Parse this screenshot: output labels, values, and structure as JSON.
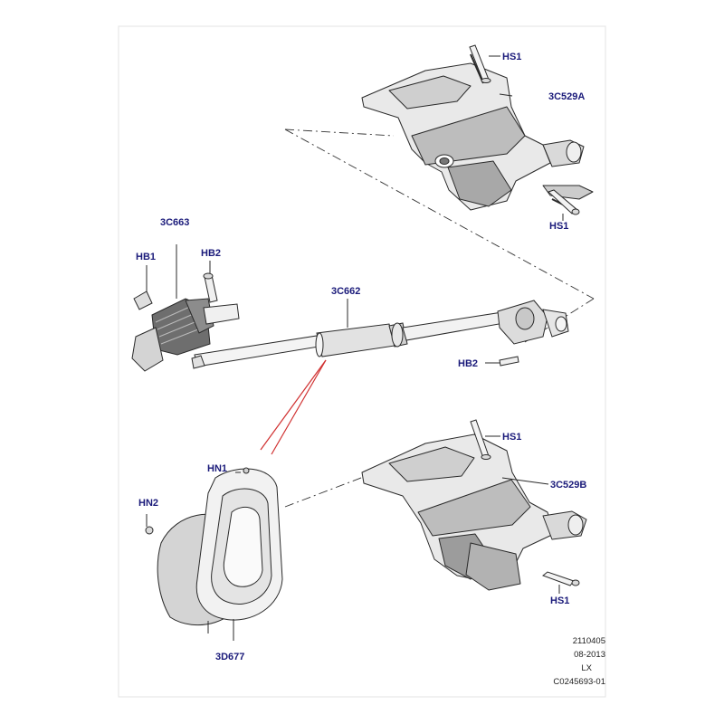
{
  "labels": {
    "hs1_top": "HS1",
    "c529a": "3C529A",
    "hs1_mid_top": "HS1",
    "c663": "3C663",
    "hb1": "HB1",
    "hb2_left": "HB2",
    "c662": "3C662",
    "hb2_right": "HB2",
    "hs1_mid_bottom": "HS1",
    "hn1": "HN1",
    "c529b": "3C529B",
    "hn2": "HN2",
    "hs1_bottom": "HS1",
    "d677": "3D677"
  },
  "footer": {
    "code": "2110405",
    "date": "08-2013",
    "model": "LX",
    "ref": "C0245693-01"
  },
  "colors": {
    "label_text": "#1a1a7a",
    "line_art": "#2a2a2a",
    "callout_red": "#d03030",
    "part_fill_light": "#f0f0f0",
    "part_fill_mid": "#d6d6d6",
    "part_fill_dark": "#9a9a9a"
  }
}
